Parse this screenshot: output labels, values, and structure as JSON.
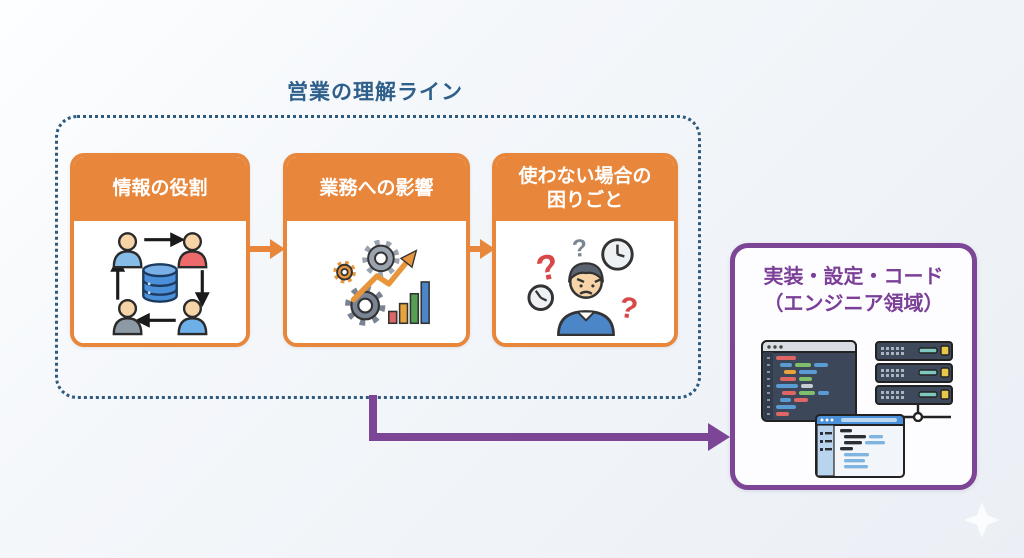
{
  "canvas": {
    "background_top": "#fdfeff",
    "background_bottom": "#ebeff5"
  },
  "sales_group": {
    "title": "営業の理解ライン",
    "title_color": "#2e5f8a",
    "border_style": "dotted",
    "border_color": "#2d5a7d",
    "header_bg": "#e8873b",
    "header_text_color": "#ffffff",
    "cards": [
      {
        "icon": "data-sharing-icon",
        "lines": [
          "情報の役割"
        ]
      },
      {
        "icon": "gears-growth-icon",
        "lines": [
          "業務への影響"
        ]
      },
      {
        "icon": "confused-person-icon",
        "lines": [
          "使わない場合の",
          "困りごと"
        ]
      }
    ]
  },
  "engineer_box": {
    "title_line1": "実装・設定・コード",
    "title_line2": "（エンジニア領域）",
    "title_color": "#7b3f98",
    "border_color": "#7d4596",
    "icons": [
      "code-editor-icon",
      "server-rack-icon",
      "config-window-icon"
    ]
  },
  "arrows": {
    "card_arrow_color": "#e8873b",
    "flow_arrow_color": "#7d4596",
    "flow_arrow_from": "sales-group-bottom",
    "flow_arrow_to": "engineer-box-left"
  },
  "decor": {
    "sparkle_icon": "four-point-star",
    "sparkle_color": "#ffffff"
  }
}
